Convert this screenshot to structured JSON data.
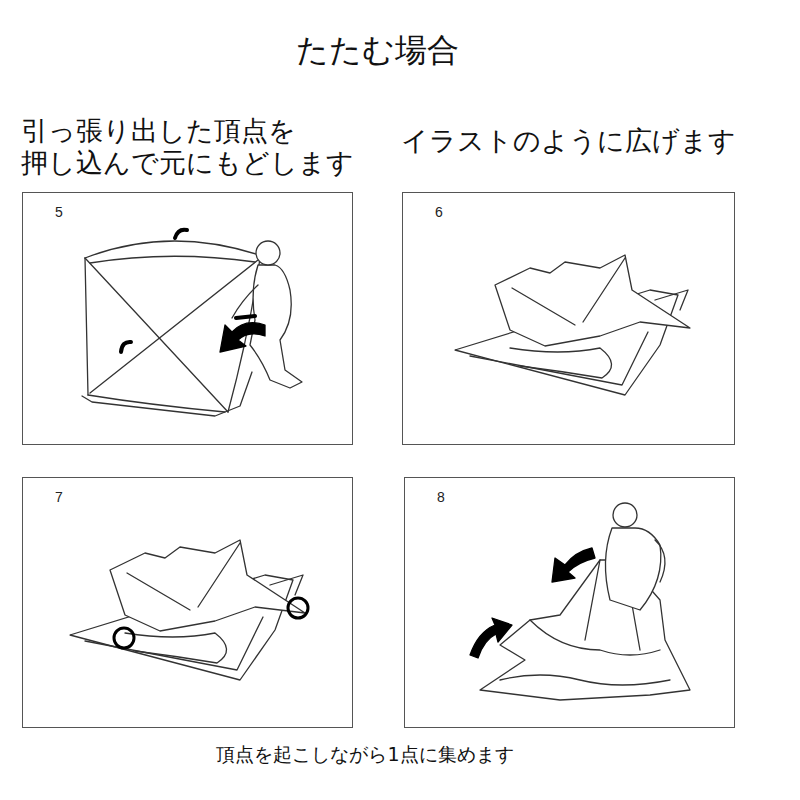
{
  "diagram": {
    "title": "たたむ場合",
    "caption": "頂点を起こしながら1点に集めます",
    "nodes": [
      {
        "text": [
          "引っ張り出した頂点を 押し込んで元にもどします",
          "5"
        ]
      },
      {
        "text": [
          "イラストのように広げます",
          "6"
        ]
      },
      {
        "text": [
          "7"
        ]
      },
      {
        "text": [
          "8"
        ]
      }
    ]
  }
}
